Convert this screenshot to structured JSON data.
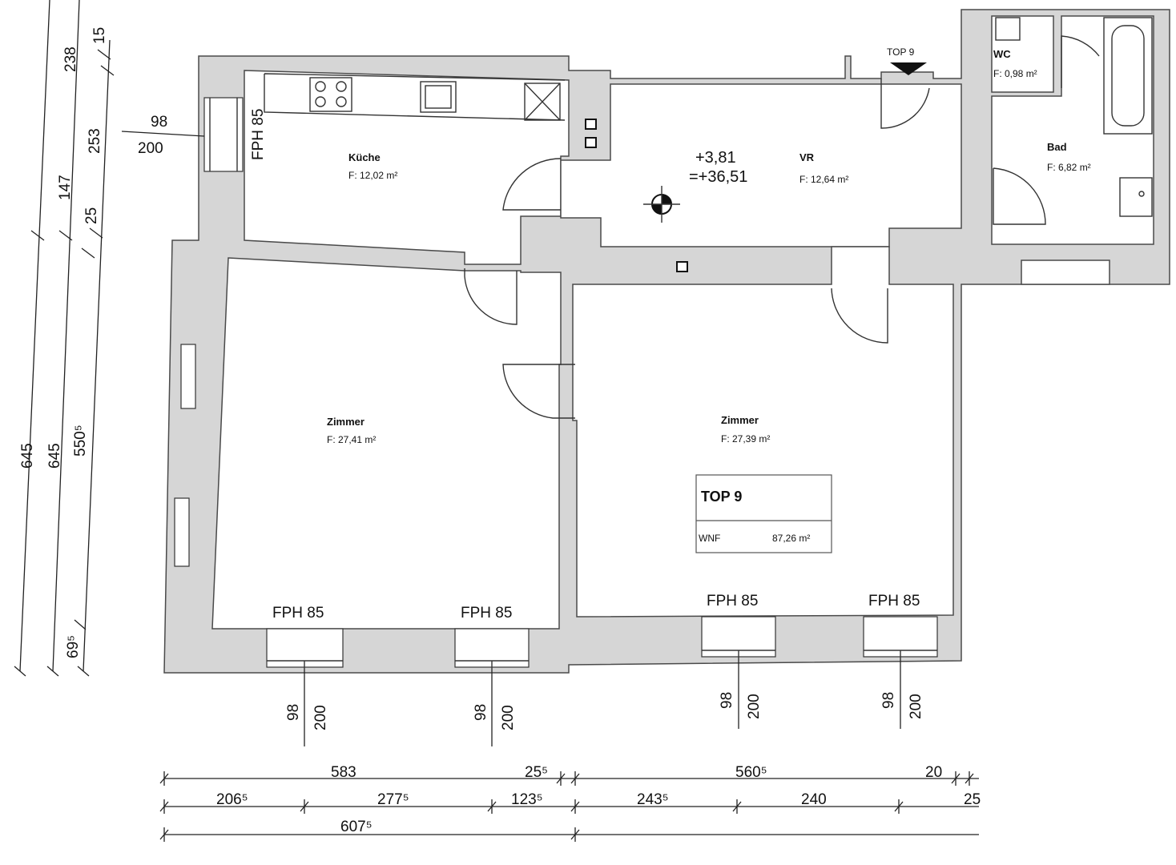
{
  "rooms": {
    "kueche": {
      "name": "Küche",
      "area": "F: 12,02 m²"
    },
    "vr": {
      "name": "VR",
      "area": "F: 12,64 m²"
    },
    "wc": {
      "name": "WC",
      "area": "F: 0,98 m²"
    },
    "bad": {
      "name": "Bad",
      "area": "F: 6,82 m²"
    },
    "zimmer_left": {
      "name": "Zimmer",
      "area": "F: 27,41 m²"
    },
    "zimmer_right": {
      "name": "Zimmer",
      "area": "F: 27,39 m²"
    }
  },
  "level": {
    "relative": "+3,81",
    "absolute": "=+36,51"
  },
  "entrance_label": "TOP 9",
  "summary": {
    "unit": "TOP 9",
    "wnf_label": "WNF",
    "wnf_value": "87,26 m²"
  },
  "windows": {
    "label": "FPH 85",
    "width": "98",
    "height": "200"
  },
  "dims_bottom": {
    "row1": [
      "583",
      "25⁵",
      "560⁵",
      "20"
    ],
    "row2": [
      "206⁵",
      "277⁵",
      "123⁵",
      "243⁵",
      "240",
      "25"
    ],
    "row3": [
      "607⁵"
    ]
  },
  "dims_left": [
    "645",
    "645",
    "550⁵",
    "69⁵",
    "238",
    "15",
    "253",
    "147",
    "25"
  ]
}
